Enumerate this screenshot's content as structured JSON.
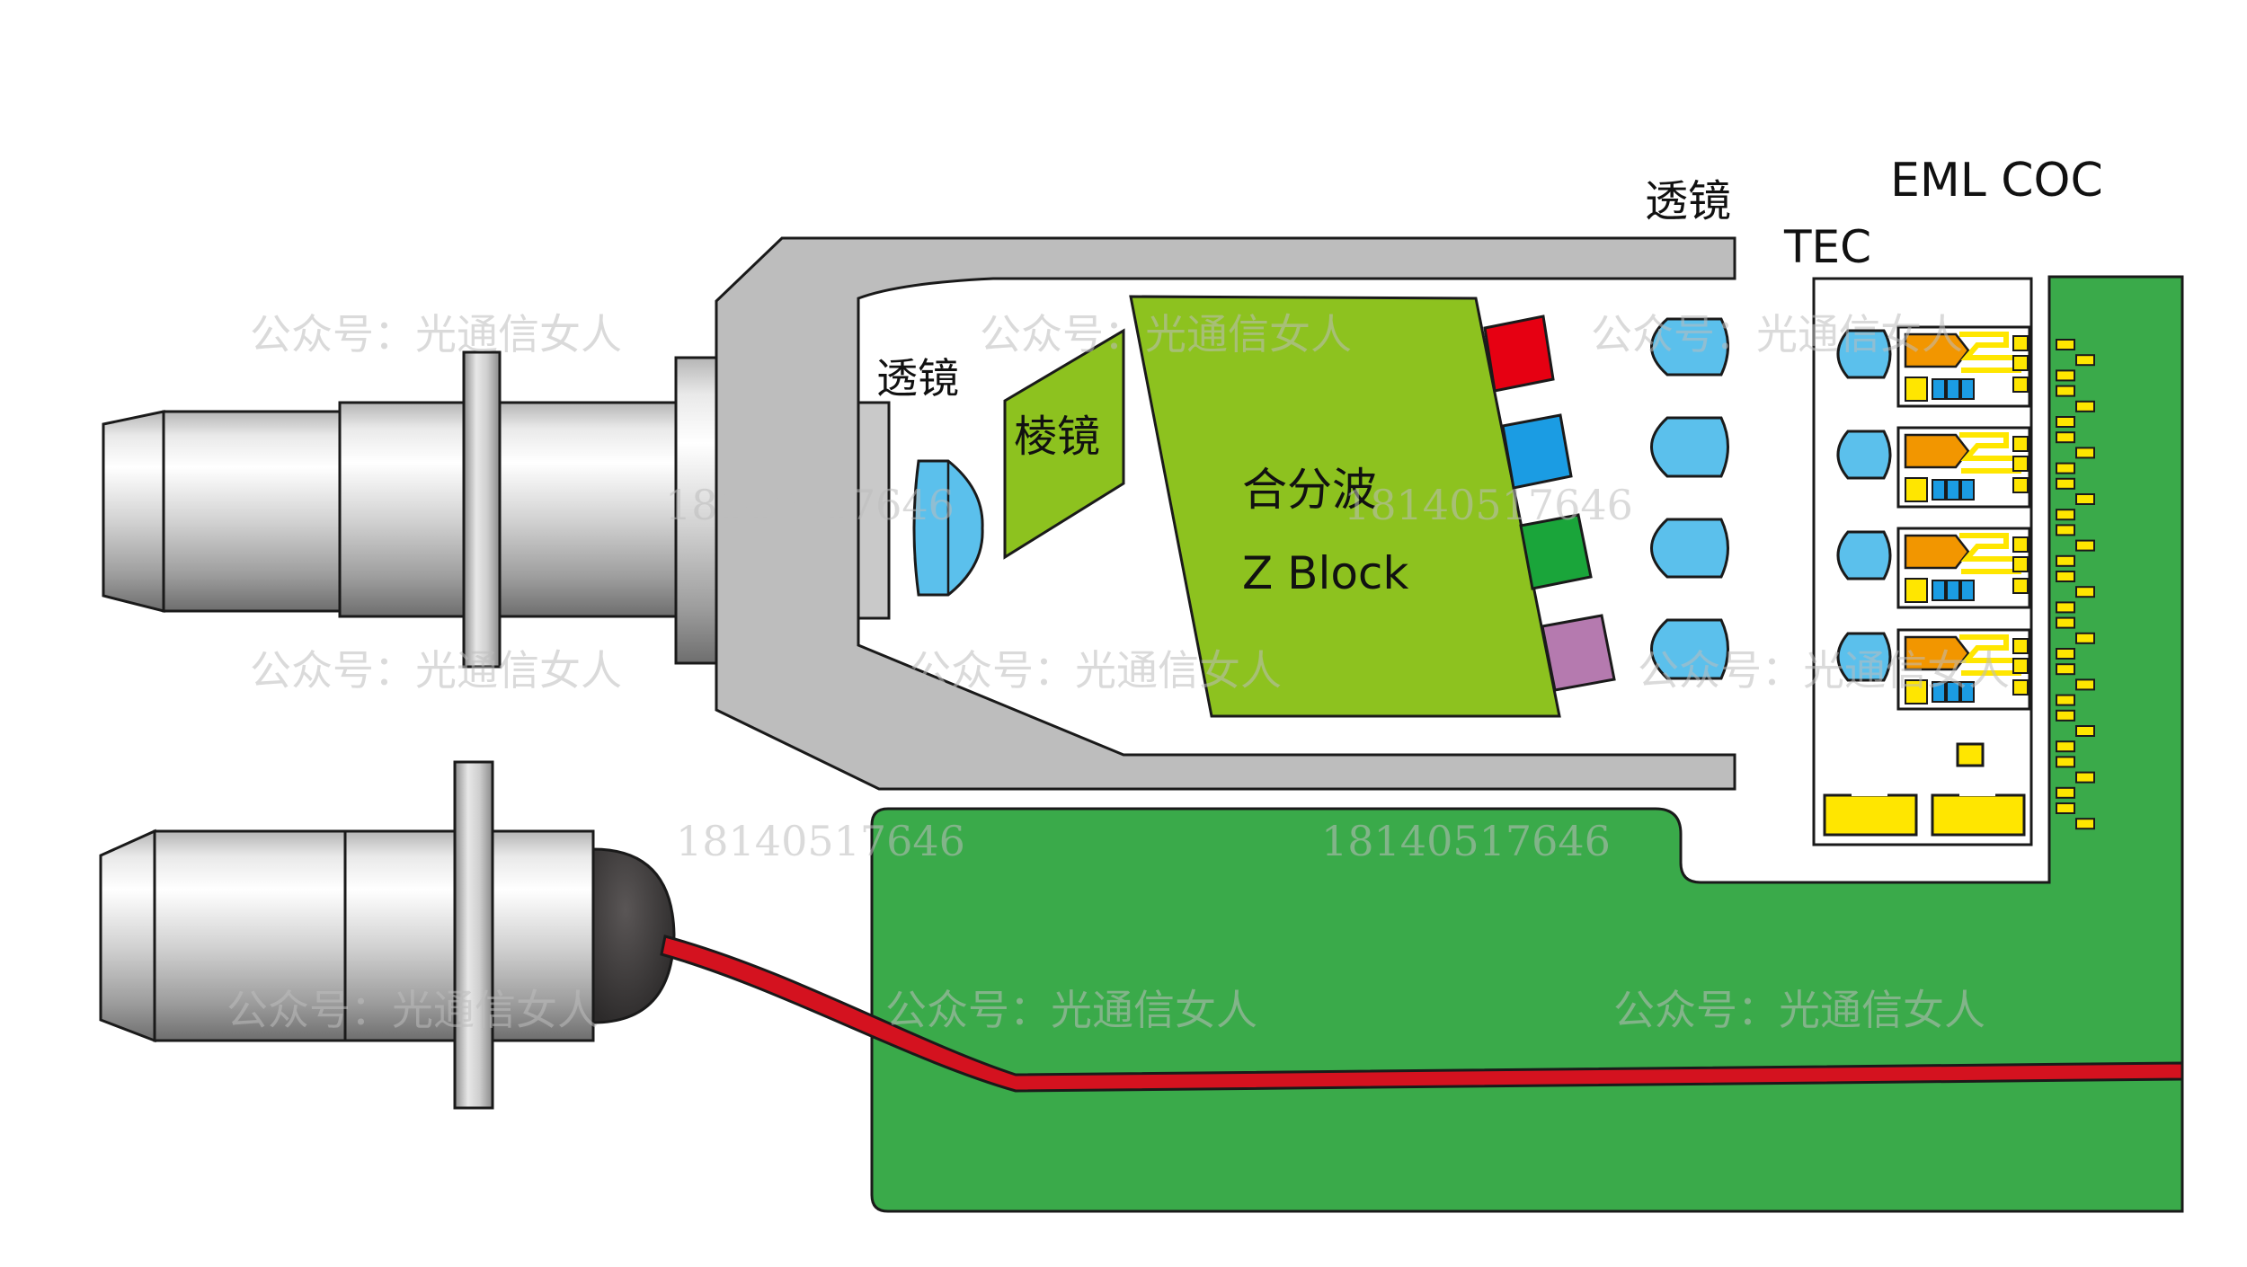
{
  "labels": {
    "lens_left": "透镜",
    "prism": "棱镜",
    "mux": "合分波",
    "zblock": "Z Block",
    "lens_right": "透镜",
    "tec": "TEC",
    "eml": "EML COC"
  },
  "watermarks": {
    "account": "公众号：光通信女人",
    "phone": "18140517646"
  },
  "colors": {
    "pcb": "#3aaa4a",
    "housing": "#bdbdbd",
    "zblock": "#8dc21f",
    "lens": "#5bc0ec",
    "fiber": "#d4121f",
    "pad": "#ffe600",
    "filter_red": "#e60012",
    "filter_blue": "#1b9ce3",
    "filter_green": "#1aa53a",
    "filter_purple": "#b57aaf"
  }
}
